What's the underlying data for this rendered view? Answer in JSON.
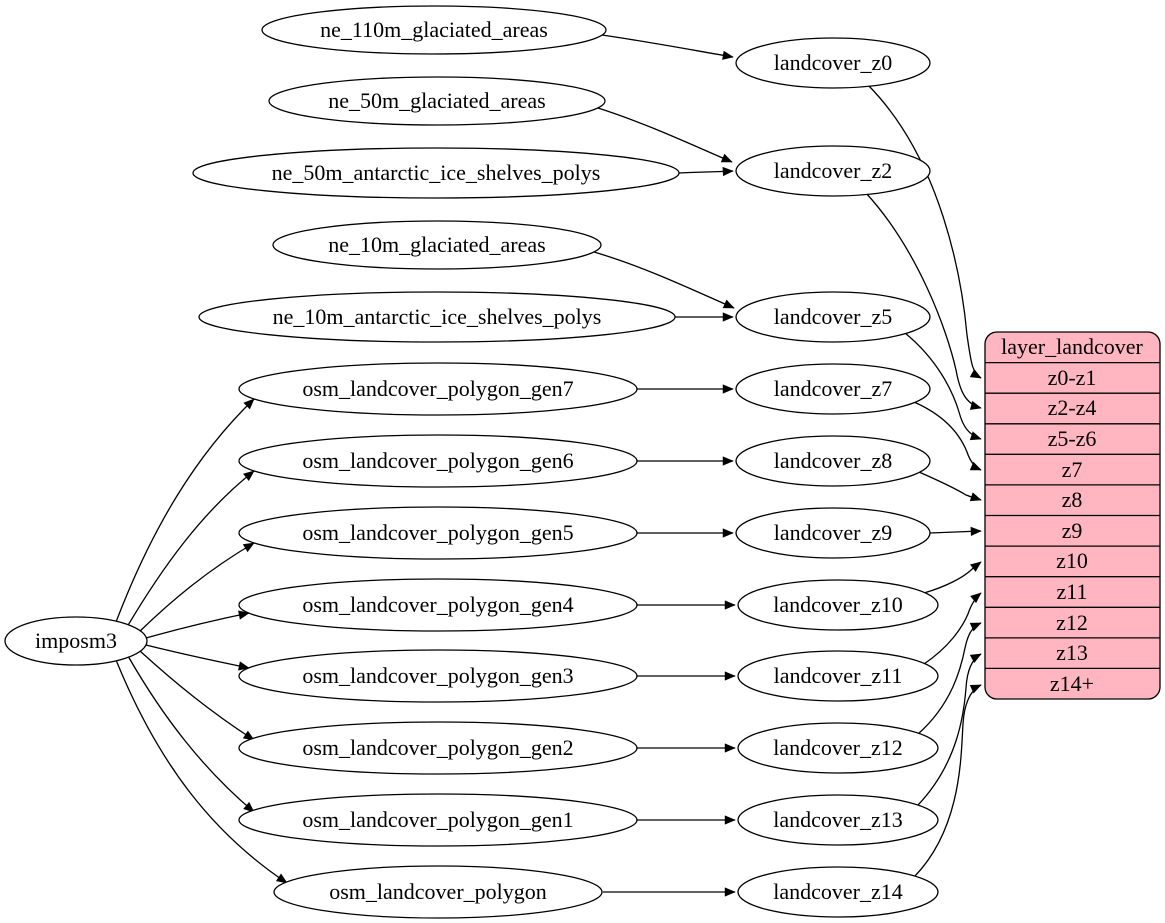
{
  "nodes": {
    "imposm3": "imposm3",
    "ne_110m_glaciated_areas": "ne_110m_glaciated_areas",
    "ne_50m_glaciated_areas": "ne_50m_glaciated_areas",
    "ne_50m_antarctic_ice_shelves_polys": "ne_50m_antarctic_ice_shelves_polys",
    "ne_10m_glaciated_areas": "ne_10m_glaciated_areas",
    "ne_10m_antarctic_ice_shelves_polys": "ne_10m_antarctic_ice_shelves_polys",
    "osm_landcover_polygon_gen7": "osm_landcover_polygon_gen7",
    "osm_landcover_polygon_gen6": "osm_landcover_polygon_gen6",
    "osm_landcover_polygon_gen5": "osm_landcover_polygon_gen5",
    "osm_landcover_polygon_gen4": "osm_landcover_polygon_gen4",
    "osm_landcover_polygon_gen3": "osm_landcover_polygon_gen3",
    "osm_landcover_polygon_gen2": "osm_landcover_polygon_gen2",
    "osm_landcover_polygon_gen1": "osm_landcover_polygon_gen1",
    "osm_landcover_polygon": "osm_landcover_polygon",
    "landcover_z0": "landcover_z0",
    "landcover_z2": "landcover_z2",
    "landcover_z5": "landcover_z5",
    "landcover_z7": "landcover_z7",
    "landcover_z8": "landcover_z8",
    "landcover_z9": "landcover_z9",
    "landcover_z10": "landcover_z10",
    "landcover_z11": "landcover_z11",
    "landcover_z12": "landcover_z12",
    "landcover_z13": "landcover_z13",
    "landcover_z14": "landcover_z14"
  },
  "table": {
    "title": "layer_landcover",
    "rows": [
      "z0-z1",
      "z2-z4",
      "z5-z6",
      "z7",
      "z8",
      "z9",
      "z10",
      "z11",
      "z12",
      "z13",
      "z14+"
    ]
  },
  "edges": [
    [
      "imposm3",
      "osm_landcover_polygon_gen7"
    ],
    [
      "imposm3",
      "osm_landcover_polygon_gen6"
    ],
    [
      "imposm3",
      "osm_landcover_polygon_gen5"
    ],
    [
      "imposm3",
      "osm_landcover_polygon_gen4"
    ],
    [
      "imposm3",
      "osm_landcover_polygon_gen3"
    ],
    [
      "imposm3",
      "osm_landcover_polygon_gen2"
    ],
    [
      "imposm3",
      "osm_landcover_polygon_gen1"
    ],
    [
      "imposm3",
      "osm_landcover_polygon"
    ],
    [
      "ne_110m_glaciated_areas",
      "landcover_z0"
    ],
    [
      "ne_50m_glaciated_areas",
      "landcover_z2"
    ],
    [
      "ne_50m_antarctic_ice_shelves_polys",
      "landcover_z2"
    ],
    [
      "ne_10m_glaciated_areas",
      "landcover_z5"
    ],
    [
      "ne_10m_antarctic_ice_shelves_polys",
      "landcover_z5"
    ],
    [
      "osm_landcover_polygon_gen7",
      "landcover_z7"
    ],
    [
      "osm_landcover_polygon_gen6",
      "landcover_z8"
    ],
    [
      "osm_landcover_polygon_gen5",
      "landcover_z9"
    ],
    [
      "osm_landcover_polygon_gen4",
      "landcover_z10"
    ],
    [
      "osm_landcover_polygon_gen3",
      "landcover_z11"
    ],
    [
      "osm_landcover_polygon_gen2",
      "landcover_z12"
    ],
    [
      "osm_landcover_polygon_gen1",
      "landcover_z13"
    ],
    [
      "osm_landcover_polygon",
      "landcover_z14"
    ],
    [
      "landcover_z0",
      "layer_landcover:z0-z1"
    ],
    [
      "landcover_z2",
      "layer_landcover:z2-z4"
    ],
    [
      "landcover_z5",
      "layer_landcover:z5-z6"
    ],
    [
      "landcover_z7",
      "layer_landcover:z7"
    ],
    [
      "landcover_z8",
      "layer_landcover:z8"
    ],
    [
      "landcover_z9",
      "layer_landcover:z9"
    ],
    [
      "landcover_z10",
      "layer_landcover:z10"
    ],
    [
      "landcover_z11",
      "layer_landcover:z11"
    ],
    [
      "landcover_z12",
      "layer_landcover:z12"
    ],
    [
      "landcover_z13",
      "layer_landcover:z13"
    ],
    [
      "landcover_z14",
      "layer_landcover:z14+"
    ]
  ],
  "colors": {
    "background": "#ffffff",
    "node_fill": "#ffffff",
    "stroke": "#000000",
    "table_fill": "#ffb6c1"
  }
}
